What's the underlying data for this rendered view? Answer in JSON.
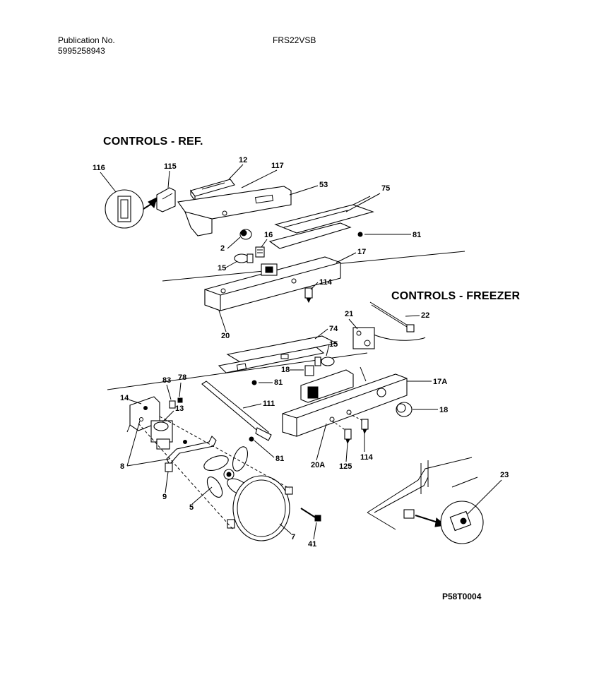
{
  "header": {
    "publication_label": "Publication No.",
    "publication_number": "5995258943",
    "model": "FRS22VSB"
  },
  "sections": {
    "ref_title": "CONTROLS - REF.",
    "freezer_title": "CONTROLS - FREEZER"
  },
  "callouts": [
    "116",
    "115",
    "12",
    "117",
    "53",
    "75",
    "81",
    "2",
    "16",
    "17",
    "15",
    "114",
    "20",
    "21",
    "22",
    "74",
    "15",
    "18",
    "81",
    "17A",
    "83",
    "78",
    "14",
    "13",
    "111",
    "18",
    "81",
    "8",
    "9",
    "5",
    "20A",
    "125",
    "114",
    "23",
    "7",
    "41"
  ],
  "figure_code": "P58T0004"
}
